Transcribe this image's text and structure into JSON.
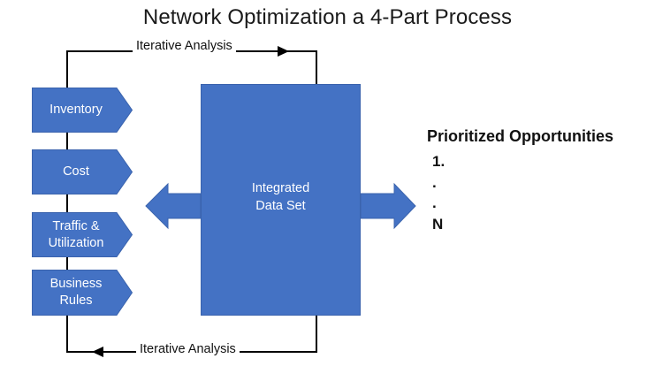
{
  "title": "Network Optimization a 4-Part Process",
  "loop": {
    "top_label": "Iterative Analysis",
    "bottom_label": "Iterative Analysis"
  },
  "inputs": [
    {
      "label": "Inventory"
    },
    {
      "label": "Cost"
    },
    {
      "label": "Traffic &\nUtilization"
    },
    {
      "label": "Business\nRules"
    }
  ],
  "central": {
    "label": "Integrated\nData Set"
  },
  "opportunities": {
    "title": "Prioritized Opportunities",
    "items": [
      "1.",
      ".",
      ".",
      "N"
    ]
  },
  "colors": {
    "shape_fill": "#4472c4",
    "line": "#000000",
    "text_dark": "#111111"
  }
}
